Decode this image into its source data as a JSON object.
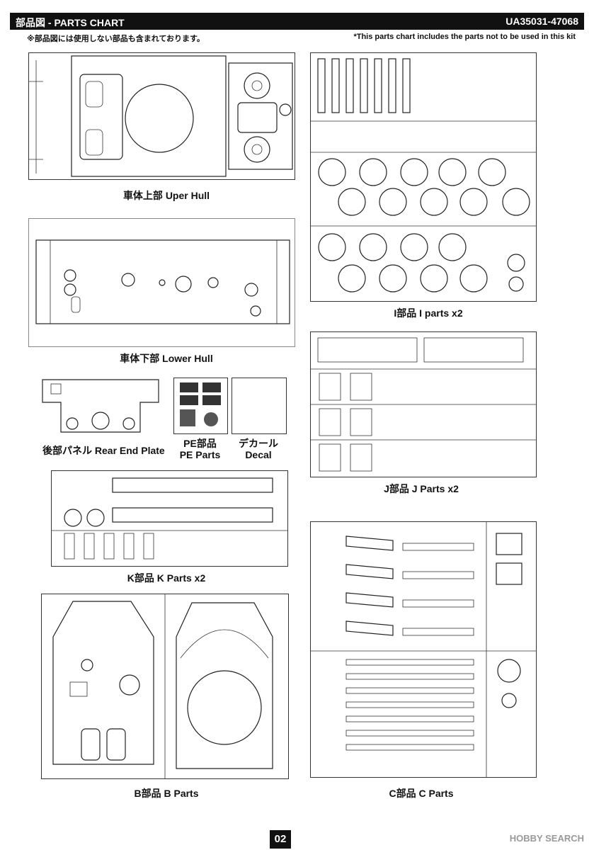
{
  "header": {
    "title": "部品図 - PARTS CHART",
    "code": "UA35031-47068"
  },
  "notes": {
    "jp": "※部品図には使用しない部品も含まれております。",
    "en": "*This parts chart includes the parts not to be used in this kit"
  },
  "captions": {
    "upper_hull": "車体上部 Uper Hull",
    "lower_hull": "車体下部 Lower Hull",
    "rear_plate": "後部パネル Rear End Plate",
    "pe_jp": "PE部品",
    "pe_en": "PE Parts",
    "decal_jp": "デカール",
    "decal_en": "Decal",
    "i_parts": "I部品 I parts x2",
    "j_parts": "J部品 J Parts x2",
    "k_parts": "K部品 K Parts x2",
    "b_parts": "B部品 B Parts",
    "c_parts": "C部品 C Parts"
  },
  "page_number": "02",
  "watermark": {
    "brand": "HOBBY SEARCH"
  },
  "colors": {
    "ink": "#111111",
    "header_bg": "#111111",
    "header_fg": "#ffffff",
    "watermark": "#999999"
  }
}
